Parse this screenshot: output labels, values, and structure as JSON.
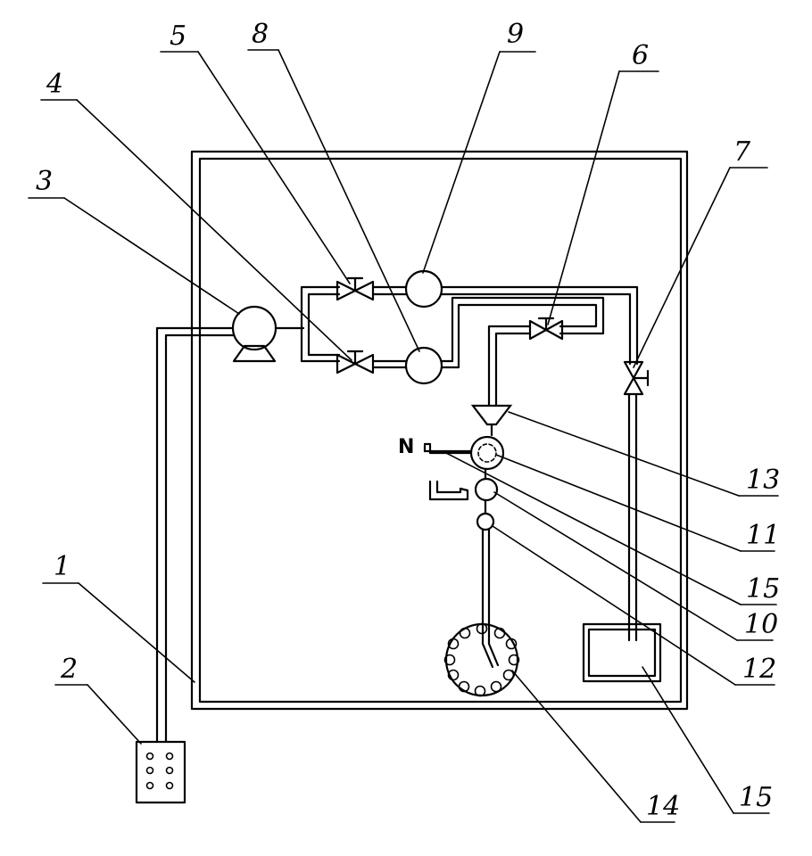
{
  "labels": {
    "l1": "1",
    "l2": "2",
    "l3": "3",
    "l4": "4",
    "l5": "5",
    "l6": "6",
    "l7": "7",
    "l8": "8",
    "l9": "9",
    "l10": "10",
    "l11": "11",
    "l12": "12",
    "l13": "13",
    "l14": "14",
    "l15a": "15",
    "l15b": "15"
  },
  "nitrogen_mark": "N"
}
